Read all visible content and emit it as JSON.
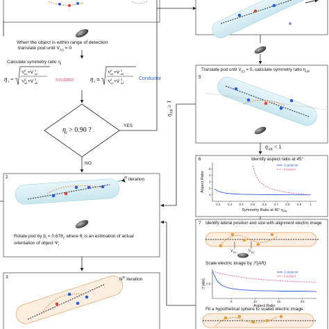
{
  "left": {
    "detect_text_1": "When the object is within range of detection",
    "detect_text_2": "translate pod until V",
    "detect_text_2_sub": "S3",
    "detect_text_2_tail": " = 0",
    "calc_sym": "Calculate symmetry ratio η",
    "calc_sym_sub": "i",
    "formula_insulator_label": "Insulator",
    "formula_conductor_label": "Conductor",
    "decision": "η",
    "decision_sub": "i",
    "decision_tail": " > 0.90 ?",
    "yes_label": "YES",
    "no_label": "NO",
    "box2_number": "2",
    "box2_iter": "i",
    "box2_iter_sup": "th",
    "box2_iter_tail": " iteration",
    "rotate_line1": "Rotate pod by β",
    "rotate_line1_sub": "i",
    "rotate_line1_tail": " = 0.67θ",
    "rotate_line1_sub2": "i",
    "rotate_line1_tail2": ", where θ",
    "rotate_line1_sub3": "i",
    "rotate_line1_tail3": " is an estimation of actual",
    "rotate_line2": "orientation of object Ψ",
    "rotate_line2_sub": "i",
    "box3_number": "3",
    "box3_iter": "N",
    "box3_iter_sup": "th",
    "box3_iter_tail": " iteration"
  },
  "right": {
    "box5_number": "5",
    "translate_text": "Translate pod until V",
    "translate_sub": "S3",
    "translate_tail": " = 0, calculate symmetry ratio η",
    "translate_sub2": "AR",
    "eta_ge": "η",
    "eta_ge_sub": "AR",
    "eta_ge_tail": " ≥ 1",
    "eta_lt": "η",
    "eta_lt_sub": "AR",
    "eta_lt_tail": " < 1",
    "box6_number": "6",
    "box6_title": "Identify aspect ratio at 45°",
    "box7_number": "7",
    "box7_title": "Identify lateral position and size with alignment electric image",
    "v1_label": "V",
    "v1_sub": "S1",
    "v2_label": "V",
    "v2_sub": "S2",
    "scale_text": "Scale electric image by",
    "scale_fn": "ℱ(AR)",
    "fit_text": "Fit a hypothetical sphere to scaled electric image"
  },
  "chart_data": [
    {
      "type": "line",
      "xlabel": "Symmetry Ratio at 45° η",
      "xlabel_sub": "AR",
      "ylabel": "Aspect Ratio",
      "xlim": [
        0.15,
        1.05
      ],
      "xticks": [
        "0.2",
        "0.3",
        "0.4",
        "0.5",
        "0.6",
        "0.7",
        "0.8",
        "0.9",
        "1"
      ],
      "ylim": [
        0,
        6
      ],
      "yticks": [
        "1",
        "2",
        "3",
        "4",
        "5"
      ],
      "legend_position": "top-right",
      "series": [
        {
          "name": "Conductor",
          "color": "#2a5bd7",
          "dash": false,
          "x": [
            0.17,
            0.2,
            0.25,
            0.3,
            0.35,
            0.4,
            0.5,
            0.6,
            0.7,
            0.8,
            0.9,
            1.0
          ],
          "y": [
            1.9,
            1.55,
            1.3,
            1.18,
            1.12,
            1.08,
            1.05,
            1.03,
            1.02,
            1.01,
            1.0,
            1.0
          ]
        },
        {
          "name": "Insulator",
          "color": "#e85a8a",
          "dash": true,
          "x": [
            0.5,
            0.52,
            0.55,
            0.6,
            0.65,
            0.7,
            0.8,
            0.9,
            1.0
          ],
          "y": [
            5.5,
            4.2,
            3.2,
            2.4,
            2.0,
            1.7,
            1.35,
            1.15,
            1.0
          ]
        }
      ]
    },
    {
      "type": "line",
      "xlabel": "Aspect Ratio",
      "xticks": [
        "5",
        "10",
        "15",
        "20"
      ],
      "xlim": [
        1,
        23
      ],
      "ylabel": "ℱ(AR)",
      "ylim": [
        0,
        1
      ],
      "yticks": [
        "0.5"
      ],
      "legend_position": "top-right",
      "series": [
        {
          "name": "Conductor",
          "color": "#2a5bd7",
          "dash": false,
          "x": [
            1,
            2,
            3,
            4,
            5,
            7,
            10,
            13,
            16,
            20,
            23
          ],
          "y": [
            0.93,
            0.6,
            0.45,
            0.38,
            0.34,
            0.3,
            0.27,
            0.26,
            0.25,
            0.25,
            0.24
          ]
        },
        {
          "name": "Insulator",
          "color": "#e85a8a",
          "dash": true,
          "x": [
            1,
            3,
            5,
            7,
            10,
            13,
            16,
            20,
            23
          ],
          "y": [
            0.93,
            0.85,
            0.78,
            0.73,
            0.67,
            0.63,
            0.6,
            0.57,
            0.56
          ]
        }
      ]
    }
  ]
}
